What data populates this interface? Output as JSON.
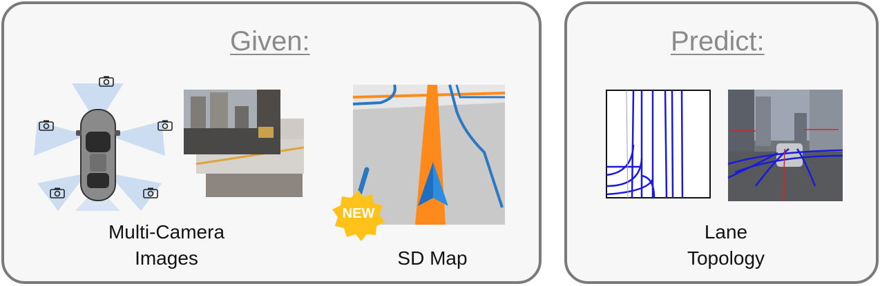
{
  "given": {
    "heading": "Given:",
    "items": [
      {
        "label_line1": "Multi-Camera",
        "label_line2": "Images",
        "icon": "car-with-cameras-icon"
      },
      {
        "label": "SD Map",
        "badge": "NEW",
        "icon": "navigation-arrow-icon"
      }
    ]
  },
  "predict": {
    "heading": "Predict:",
    "items": [
      {
        "label_line1": "Lane",
        "label_line2": "Topology"
      }
    ]
  },
  "colors": {
    "border": "#7a7a7a",
    "heading": "#8a8a8a",
    "camera_beam": "#a9c8ee",
    "sd_map_road_orange": "#ff8a1c",
    "sd_map_road_blue": "#2b78c2",
    "lane_line": "#1a1adb",
    "badge": "#ffc21a"
  }
}
